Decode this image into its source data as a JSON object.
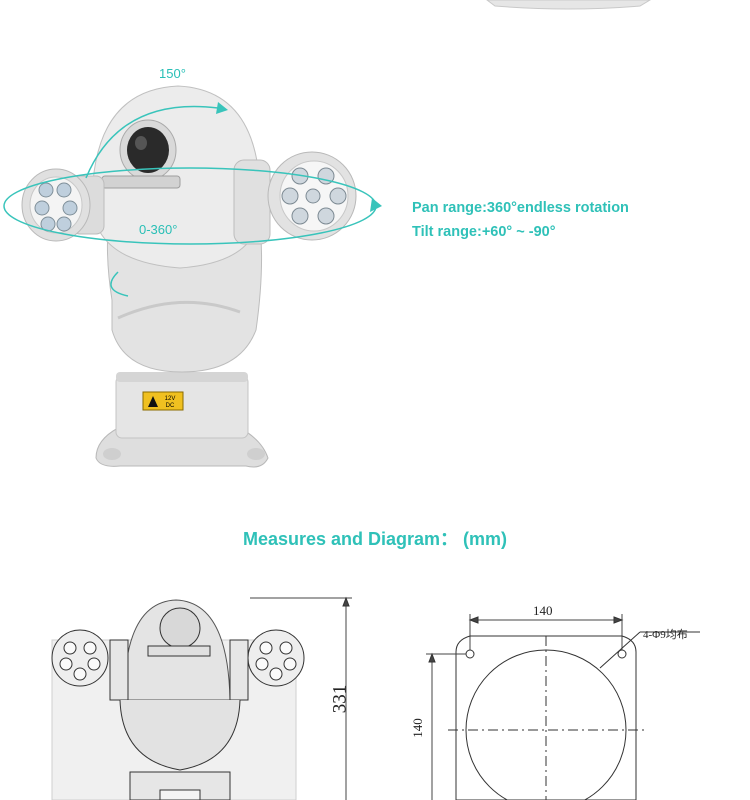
{
  "specs": {
    "pan_range": "Pan range:360°endless rotation",
    "tilt_range": "Tilt range:+60° ~ -90°"
  },
  "overlay": {
    "tilt_angle": "150°",
    "pan_angle": "0-360°"
  },
  "camera": {
    "warning_label_line1": "12V",
    "warning_label_line2": "DC"
  },
  "section": {
    "heading": "Measures and Diagram：  (mm)"
  },
  "diagram": {
    "height_dim": "331",
    "width_dim": "140",
    "base_height_dim": "140",
    "hole_note": "4-Φ9均布"
  },
  "colors": {
    "accent": "#2fc1b8",
    "body": "#e4e4e4"
  }
}
